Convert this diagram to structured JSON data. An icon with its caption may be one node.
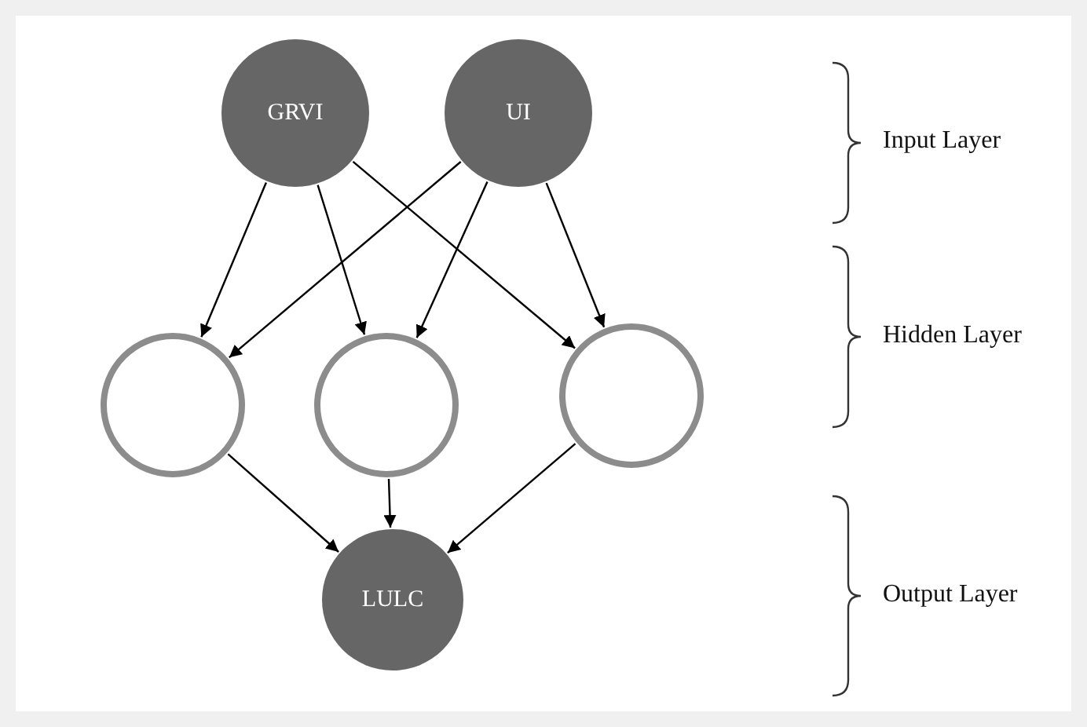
{
  "diagram": {
    "nodes": [
      {
        "text": [
          "GRVI"
        ]
      },
      {
        "text": [
          "UI"
        ]
      },
      {
        "text": [],
        "shape": "circle"
      },
      {
        "text": [],
        "shape": "circle"
      },
      {
        "text": [],
        "shape": "circle"
      },
      {
        "text": [
          "LULC"
        ]
      }
    ],
    "edges": [
      {
        "from": 0,
        "to": 2,
        "arrow": "to"
      },
      {
        "from": 0,
        "to": 3,
        "arrow": "to"
      },
      {
        "from": 0,
        "to": 4,
        "arrow": "to"
      },
      {
        "from": 1,
        "to": 2,
        "arrow": "to"
      },
      {
        "from": 1,
        "to": 3,
        "arrow": "to"
      },
      {
        "from": 1,
        "to": 4,
        "arrow": "to"
      },
      {
        "from": 2,
        "to": 5,
        "arrow": "to"
      },
      {
        "from": 3,
        "to": 5,
        "arrow": "to"
      },
      {
        "from": 4,
        "to": 5,
        "arrow": "to"
      }
    ],
    "labels": [
      "Input Layer",
      "Hidden Layer",
      "Output Layer"
    ]
  }
}
